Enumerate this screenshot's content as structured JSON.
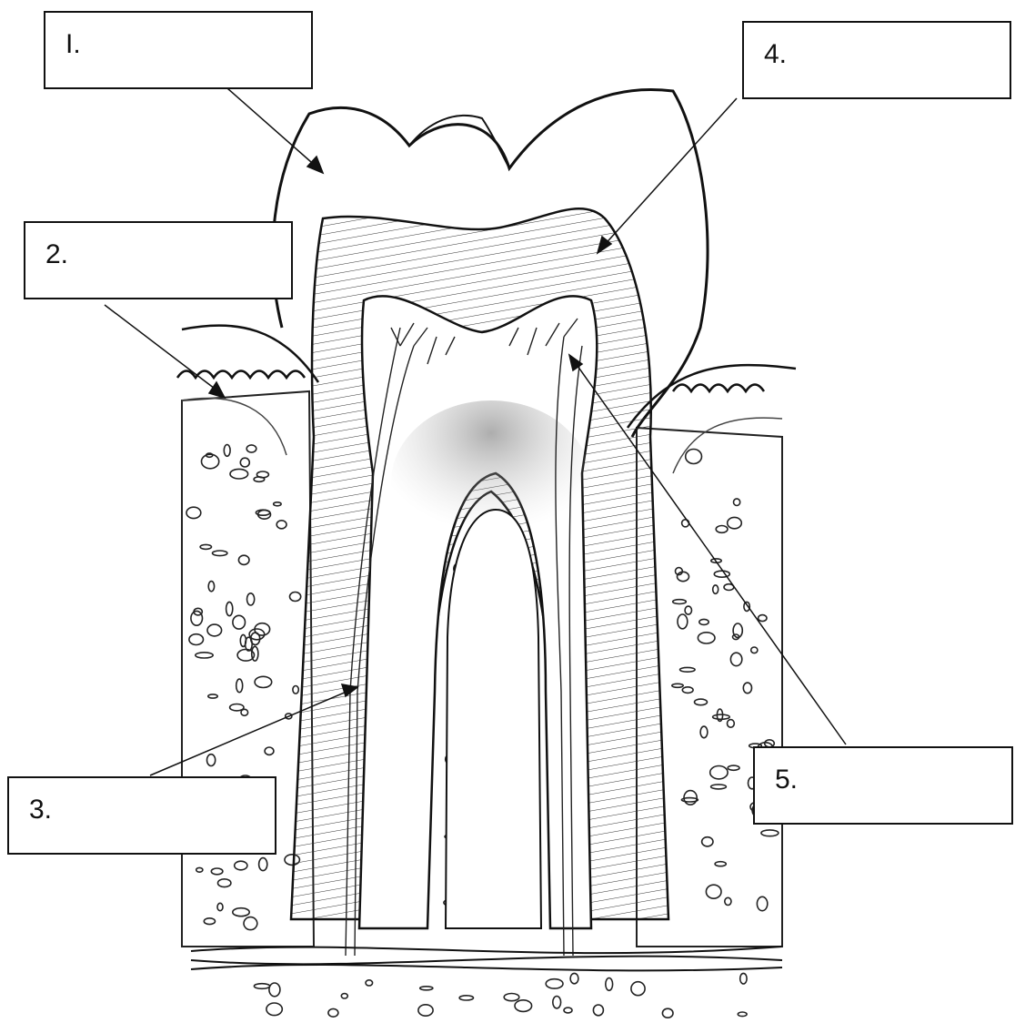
{
  "labels": [
    {
      "id": "1",
      "text": "I."
    },
    {
      "id": "2",
      "text": "2."
    },
    {
      "id": "3",
      "text": "3."
    },
    {
      "id": "4",
      "text": "4."
    },
    {
      "id": "5",
      "text": "5."
    }
  ],
  "colors": {
    "ink": "#111111",
    "paper": "#ffffff"
  }
}
